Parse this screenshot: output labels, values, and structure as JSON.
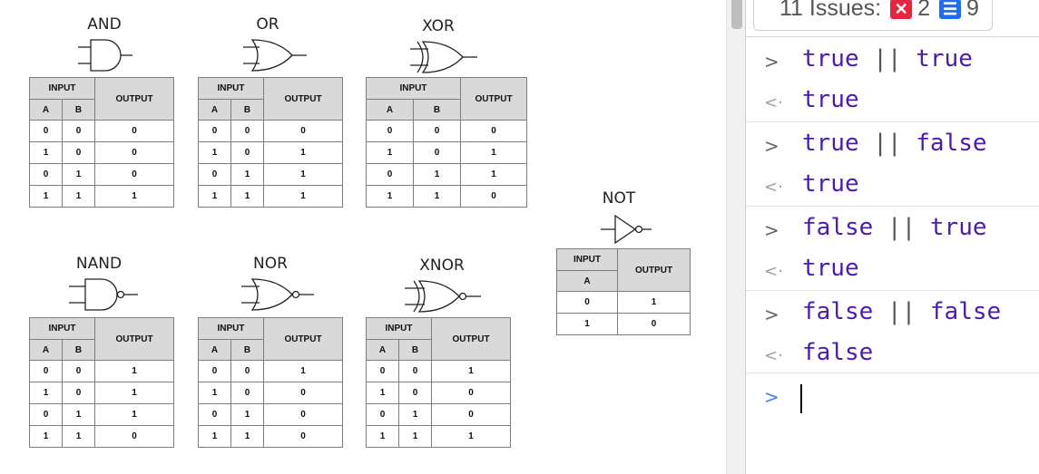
{
  "gates": [
    {
      "name": "AND",
      "headers": {
        "input": "INPUT",
        "output": "OUTPUT",
        "a": "A",
        "b": "B"
      },
      "rows": [
        [
          "0",
          "0",
          "0"
        ],
        [
          "1",
          "0",
          "0"
        ],
        [
          "0",
          "1",
          "0"
        ],
        [
          "1",
          "1",
          "1"
        ]
      ]
    },
    {
      "name": "OR",
      "headers": {
        "input": "INPUT",
        "output": "OUTPUT",
        "a": "A",
        "b": "B"
      },
      "rows": [
        [
          "0",
          "0",
          "0"
        ],
        [
          "1",
          "0",
          "1"
        ],
        [
          "0",
          "1",
          "1"
        ],
        [
          "1",
          "1",
          "1"
        ]
      ]
    },
    {
      "name": "XOR",
      "headers": {
        "input": "INPUT",
        "output": "OUTPUT",
        "a": "A",
        "b": "B"
      },
      "rows": [
        [
          "0",
          "0",
          "0"
        ],
        [
          "1",
          "0",
          "1"
        ],
        [
          "0",
          "1",
          "1"
        ],
        [
          "1",
          "1",
          "0"
        ]
      ]
    },
    {
      "name": "NAND",
      "headers": {
        "input": "INPUT",
        "output": "OUTPUT",
        "a": "A",
        "b": "B"
      },
      "rows": [
        [
          "0",
          "0",
          "1"
        ],
        [
          "1",
          "0",
          "1"
        ],
        [
          "0",
          "1",
          "1"
        ],
        [
          "1",
          "1",
          "0"
        ]
      ]
    },
    {
      "name": "NOR",
      "headers": {
        "input": "INPUT",
        "output": "OUTPUT",
        "a": "A",
        "b": "B"
      },
      "rows": [
        [
          "0",
          "0",
          "1"
        ],
        [
          "1",
          "0",
          "0"
        ],
        [
          "0",
          "1",
          "0"
        ],
        [
          "1",
          "1",
          "0"
        ]
      ]
    },
    {
      "name": "XNOR",
      "headers": {
        "input": "INPUT",
        "output": "OUTPUT",
        "a": "A",
        "b": "B"
      },
      "rows": [
        [
          "0",
          "0",
          "1"
        ],
        [
          "1",
          "0",
          "0"
        ],
        [
          "0",
          "1",
          "0"
        ],
        [
          "1",
          "1",
          "1"
        ]
      ]
    }
  ],
  "not_gate": {
    "name": "NOT",
    "headers": {
      "input": "INPUT",
      "output": "OUTPUT",
      "a": "A"
    },
    "rows": [
      [
        "0",
        "1"
      ],
      [
        "1",
        "0"
      ]
    ]
  },
  "console": {
    "issues": {
      "label": "11 Issues:",
      "error_count": "2",
      "message_count": "9",
      "error_icon": "x-icon",
      "message_icon": "message-icon"
    },
    "entries": [
      {
        "left": "true",
        "op": " || ",
        "right": "true",
        "result": "true"
      },
      {
        "left": "true",
        "op": " || ",
        "right": "false",
        "result": "true"
      },
      {
        "left": "false",
        "op": " || ",
        "right": "true",
        "result": "true"
      },
      {
        "left": "false",
        "op": " || ",
        "right": "false",
        "result": "false"
      }
    ],
    "prompt_symbol": ">",
    "result_symbol": "<·"
  },
  "colors": {
    "code": "#4b1bb0",
    "error_badge": "#e4273f",
    "message_badge": "#1e6ff0",
    "prompt_active": "#3f7cf5"
  }
}
